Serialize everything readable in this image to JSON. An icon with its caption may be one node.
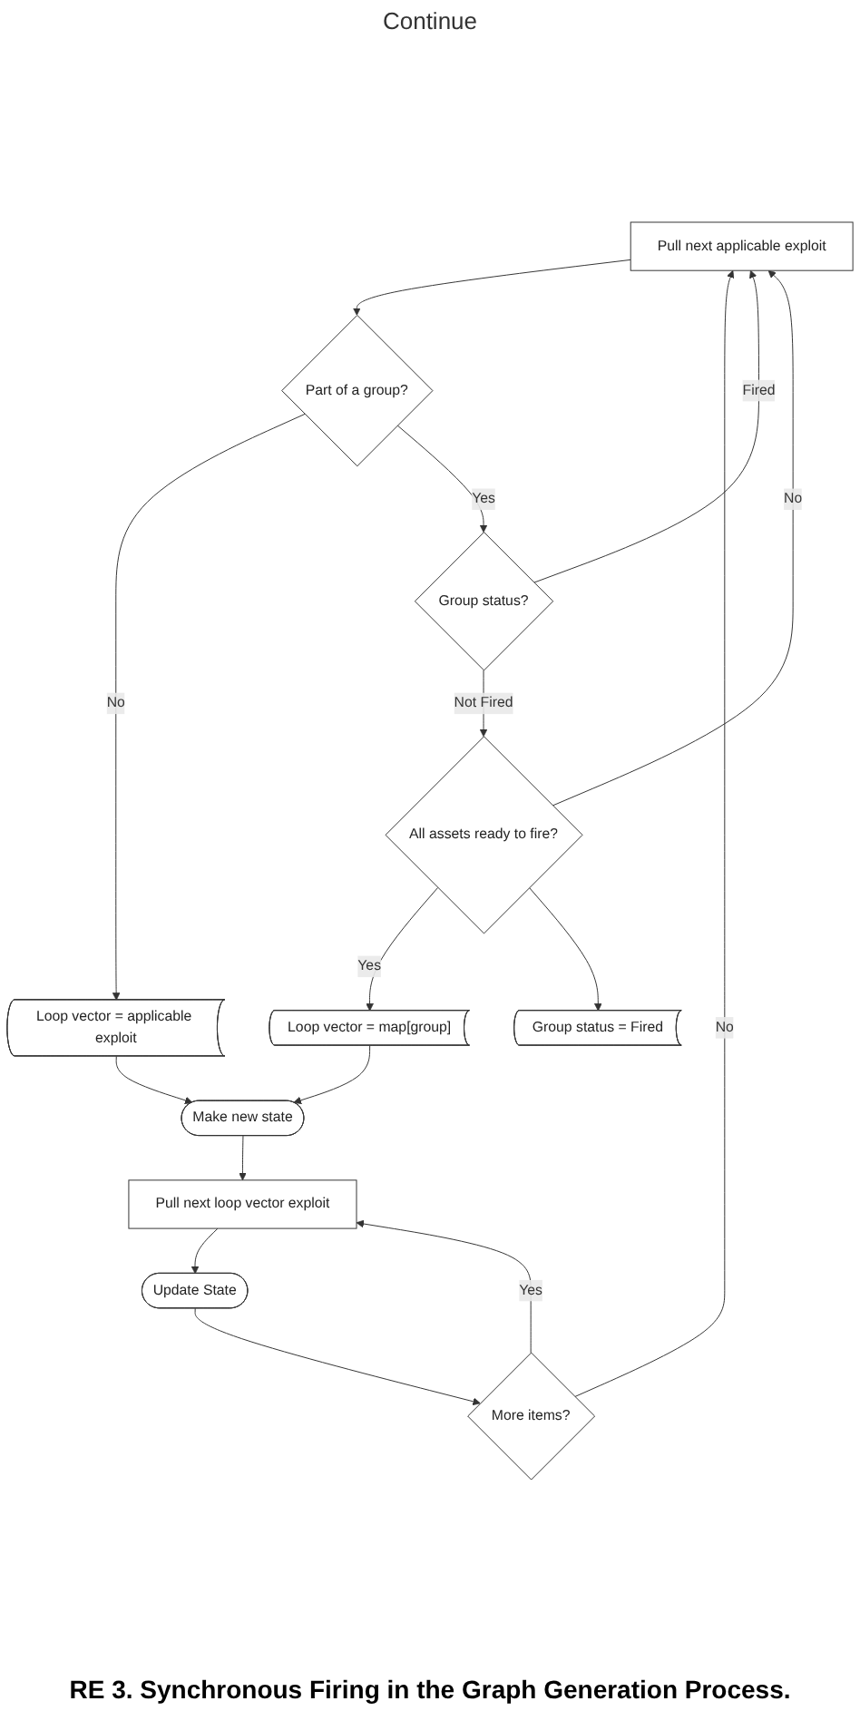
{
  "diagram": {
    "caption": "RE 3. Synchronous Firing in the Graph Generation Process.",
    "nodes": [
      {
        "text": [
          "Pull next applicable exploit"
        ]
      },
      {
        "text": [
          "Part of a group?"
        ]
      },
      {
        "text": [
          "Loop vector = applicable exploit"
        ]
      },
      {
        "text": [
          "Group status?"
        ]
      },
      {
        "text": [
          "All assets ready to fire?"
        ]
      },
      {
        "text": [
          "Loop vector = map[group]"
        ]
      },
      {
        "text": [
          "Group status = Fired"
        ]
      },
      {
        "text": [
          "Make new state"
        ]
      },
      {
        "text": [
          "Pull next loop vector exploit"
        ]
      },
      {
        "text": [
          "Update State"
        ]
      },
      {
        "text": [
          "More items?"
        ]
      }
    ],
    "edges": [
      {
        "from": 0,
        "to": 1,
        "arrow": "to"
      },
      {
        "from": 1,
        "to": 2,
        "arrow": "to",
        "label": "No"
      },
      {
        "from": 1,
        "to": 3,
        "arrow": "to",
        "label": "Yes"
      },
      {
        "from": 3,
        "to": 0,
        "arrow": "to",
        "label": "Fired"
      },
      {
        "from": 3,
        "to": 4,
        "arrow": "to",
        "label": "Not Fired"
      },
      {
        "from": 4,
        "to": 0,
        "arrow": "to",
        "label": "No"
      },
      {
        "from": 4,
        "to": 5,
        "arrow": "to",
        "label": "Yes"
      },
      {
        "from": 4,
        "to": 6,
        "arrow": "to"
      },
      {
        "from": 5,
        "to": 7,
        "arrow": "to"
      },
      {
        "from": 2,
        "to": 7,
        "arrow": "to"
      },
      {
        "from": 7,
        "to": 8,
        "arrow": "to"
      },
      {
        "from": 8,
        "to": 9,
        "arrow": "to"
      },
      {
        "from": 9,
        "to": 10,
        "arrow": "to"
      },
      {
        "from": 10,
        "to": 8,
        "arrow": "to",
        "label": "Yes"
      },
      {
        "from": 10,
        "to": 0,
        "arrow": "to",
        "label": "No"
      }
    ],
    "labels": [
      "Continue"
    ]
  }
}
